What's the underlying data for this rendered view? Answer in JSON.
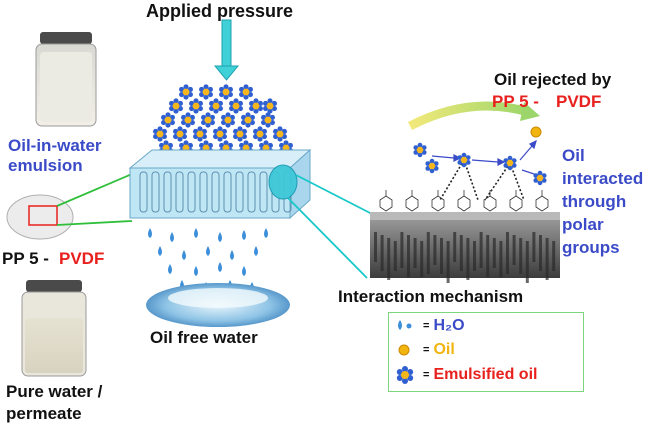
{
  "labels": {
    "applied_pressure": "Applied pressure",
    "oil_in_water_1": "Oil-in-water",
    "oil_in_water_2": "emulsion",
    "pp5_a": "PP 5 -",
    "pp5_b": "PVDF",
    "pure_water_1": "Pure water /",
    "pure_water_2": "permeate",
    "oil_free_water": "Oil free water",
    "oil_rejected_1": "Oil rejected by",
    "oil_rejected_pp5": "PP 5 -",
    "oil_rejected_pvdf": "PVDF",
    "oil_interacted": [
      "Oil",
      "interacted",
      "through",
      "polar",
      "groups"
    ],
    "interaction_mechanism": "Interaction mechanism"
  },
  "legend": {
    "h2o_label": "H₂O",
    "oil_label": "Oil",
    "emulsified_label": "Emulsified oil",
    "eq": "="
  },
  "colors": {
    "blue_text": "#3b4bc8",
    "red_text": "#e8201e",
    "oil_yellow": "#f2b50f",
    "water_drop": "#3c8fd8",
    "membrane": "#bfe6f5",
    "connector_green": "#2fbf3a",
    "connector_cyan": "#18c8c8",
    "emulsion_petal": "#2f5fd0",
    "emulsion_core": "#f4b61a"
  },
  "icons": {
    "arrow": "down-arrow-icon",
    "droplet": "water-droplet-icon",
    "emulsion": "emulsified-oil-droplet-icon",
    "oil": "oil-droplet-icon"
  }
}
